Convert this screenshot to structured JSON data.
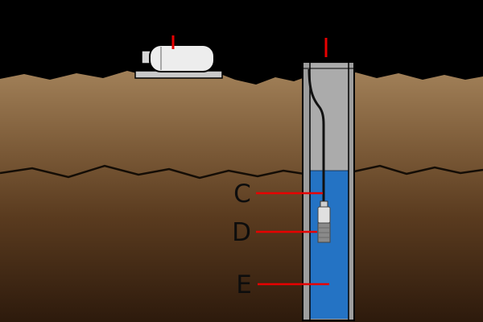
{
  "diagram": {
    "labels": {
      "c": {
        "text": "C"
      },
      "d": {
        "text": "D"
      },
      "e": {
        "text": "E"
      }
    },
    "colors": {
      "sky": "#000000",
      "soil_top": "#a18058",
      "soil_upper_mid": "#7d5c39",
      "soil_lower_mid": "#5a3b1f",
      "soil_bottom": "#2d1a0c",
      "water_table_line": "#140d06",
      "water": "#2473c4",
      "casing": "#9e9e9e",
      "casing_bore": "#ababab",
      "casing_outline": "#000000",
      "cable": "#111111",
      "pump_upper": "#e0e0e0",
      "pump_lower": "#8a8a8a",
      "pump_cap": "#cfcfcf",
      "tank_body": "#ededed",
      "tank_fitting": "#d6d6d6",
      "pad": "#c9c9c9",
      "leader_red": "#e80000",
      "label_text": "#0d0d0d"
    }
  }
}
